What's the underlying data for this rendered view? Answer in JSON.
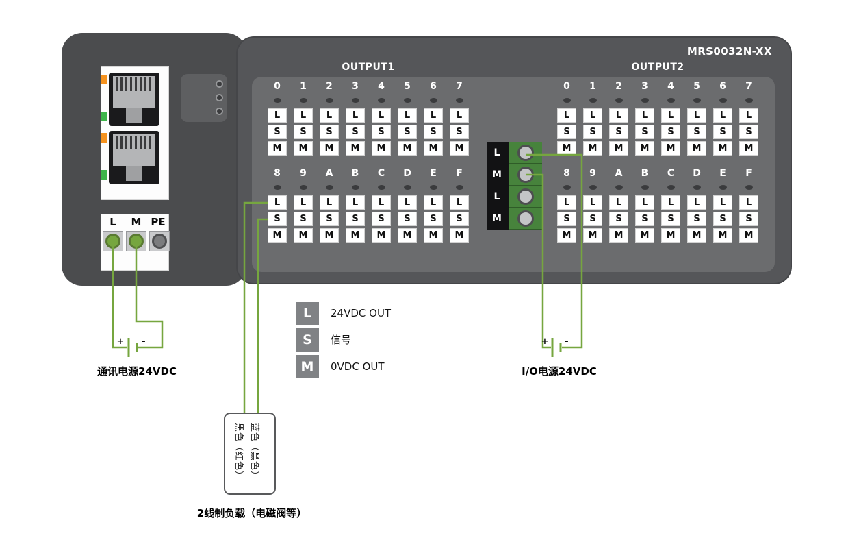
{
  "device": {
    "model": "MRS0032N-XX",
    "banks": [
      {
        "label": "OUTPUT1"
      },
      {
        "label": "OUTPUT2"
      }
    ],
    "channel_rows": [
      [
        "0",
        "1",
        "2",
        "3",
        "4",
        "5",
        "6",
        "7"
      ],
      [
        "8",
        "9",
        "A",
        "B",
        "C",
        "D",
        "E",
        "F"
      ]
    ],
    "terminal_letters": [
      "L",
      "S",
      "M"
    ],
    "power_block": {
      "labels": [
        "L",
        "M",
        "PE"
      ]
    },
    "io_connector": {
      "labels": [
        "L",
        "M",
        "L",
        "M"
      ]
    }
  },
  "legend": [
    {
      "letter": "L",
      "desc": "24VDC OUT"
    },
    {
      "letter": "S",
      "desc": "信号"
    },
    {
      "letter": "M",
      "desc": "0VDC OUT"
    }
  ],
  "annotations": {
    "comm_power": "通讯电源24VDC",
    "io_power": "I/O电源24VDC",
    "load_title": "2线制负载（电磁阀等）",
    "load_wire_left": "黑色（红色）",
    "load_wire_right": "蓝色（黑色）",
    "plus": "+",
    "minus": "-"
  },
  "colors": {
    "wire": "#76A63F",
    "led_orange": "#F5921E",
    "led_green": "#3DB54A",
    "body_gray": "#4B4C4E",
    "panel_gray": "#555659",
    "recess_gray": "#6B6C6E"
  }
}
